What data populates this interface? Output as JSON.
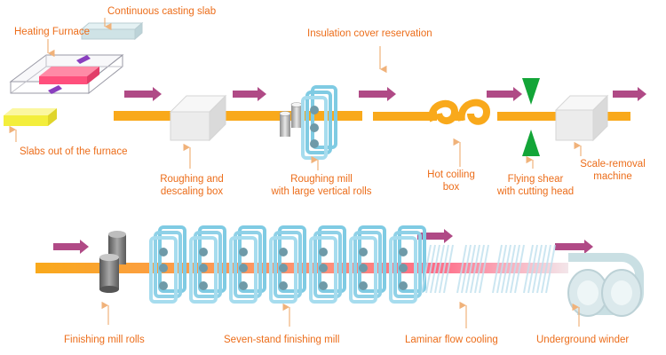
{
  "colors": {
    "label": "#ec6d1a",
    "strip": "#f9a91b",
    "arrow": "#b04a86",
    "shear": "#13a538",
    "mill": "#7fcbe3",
    "roll": "#6f9aa8",
    "box": "#eeeeee",
    "hot": "#ff5a7a"
  },
  "labels": {
    "continuous_casting_slab": "Continuous casting slab",
    "heating_furnace": "Heating Furnace",
    "slabs_out": "Slabs out of the furnace",
    "insulation_cover": "Insulation cover reservation",
    "roughing_descaling_1": "Roughing and",
    "roughing_descaling_2": "descaling box",
    "roughing_mill_1": "Roughing mill",
    "roughing_mill_2": "with large vertical rolls",
    "hot_coiling_1": "Hot coiling",
    "hot_coiling_2": "box",
    "flying_shear_1": "Flying shear",
    "flying_shear_2": "with cutting head",
    "scale_removal_1": "Scale-removal",
    "scale_removal_2": "machine",
    "finishing_rolls": "Finishing mill rolls",
    "seven_stand": "Seven-stand finishing mill",
    "laminar": "Laminar flow cooling",
    "winder": "Underground winder"
  }
}
